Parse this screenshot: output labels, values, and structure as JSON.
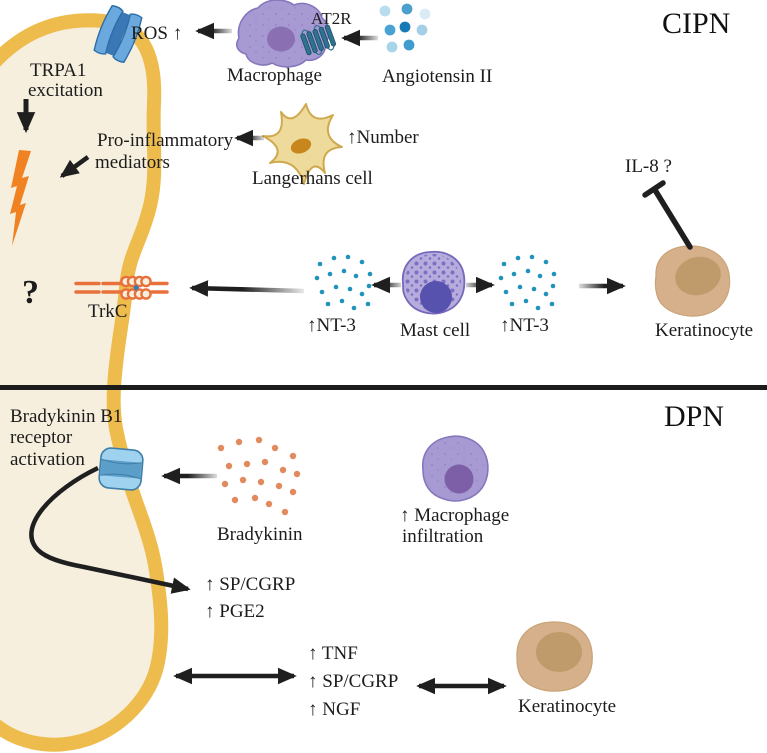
{
  "figure_title": "CIPN vs DPN skin signaling pathway diagram",
  "colors": {
    "membrane_stroke": "#eebc4d",
    "membrane_fill": "#f6efde",
    "arrow": "#1f1f1f",
    "lightning": "#f18222",
    "trkc": "#e8703a",
    "trpa1_light": "#6aa8dd",
    "trpa1_dark": "#3a78b5",
    "at2r_teal": "#2e7291",
    "b1_light": "#9fd2ee",
    "b1_dark": "#5b9ec9",
    "macrophage_body": "#a79ad2",
    "macrophage_nucleus": "#8a6fb3",
    "dpn_macrophage_nucleus": "#7c5fa6",
    "mast_body": "#b7addc",
    "mast_nucleus": "#5652ae",
    "mast_granule": "#7e6fc5",
    "langerhans_body": "#eeda9b",
    "langerhans_nucleus": "#c8871c",
    "keratinocyte_body": "#d5b08a",
    "keratinocyte_nucleus": "#bf9a6b",
    "nt3_dot": "#2193bb",
    "bradykinin_dot": "#e08a5e",
    "angiotensin_blue": "#2f88c4"
  },
  "cipn": {
    "title": "CIPN",
    "trpa1_label_1": "TRPA1",
    "trpa1_label_2": "excitation",
    "ros_label": "ROS ↑",
    "macrophage_label": "Macrophage",
    "at2r_label": "AT2R",
    "angiotensin_label": "Angiotensin II",
    "proinflammatory_1": "Pro-inflammatory",
    "proinflammatory_2": "mediators",
    "number_label": "↑Number",
    "langerhans_label": "Langerhans cell",
    "question_mark": "?",
    "trkc_label": "TrkC",
    "nt3_left_label": "↑NT-3",
    "mast_label": "Mast cell",
    "nt3_right_label": "↑NT-3",
    "keratinocyte_label": "Keratinocyte",
    "il8_label": "IL-8 ?"
  },
  "dpn": {
    "title": "DPN",
    "b1_label_1": "Bradykinin B1",
    "b1_label_2": "receptor",
    "b1_label_3": "activation",
    "bradykinin_label": "Bradykinin",
    "macrophage_label_1": "↑ Macrophage",
    "macrophage_label_2": "infiltration",
    "sp_cgrp_label": "↑ SP/CGRP",
    "pge2_label": "↑ PGE2",
    "tnf_label": "↑ TNF",
    "sp_cgrp2_label": "↑ SP/CGRP",
    "ngf_label": "↑ NGF",
    "keratinocyte_label": "Keratinocyte"
  }
}
